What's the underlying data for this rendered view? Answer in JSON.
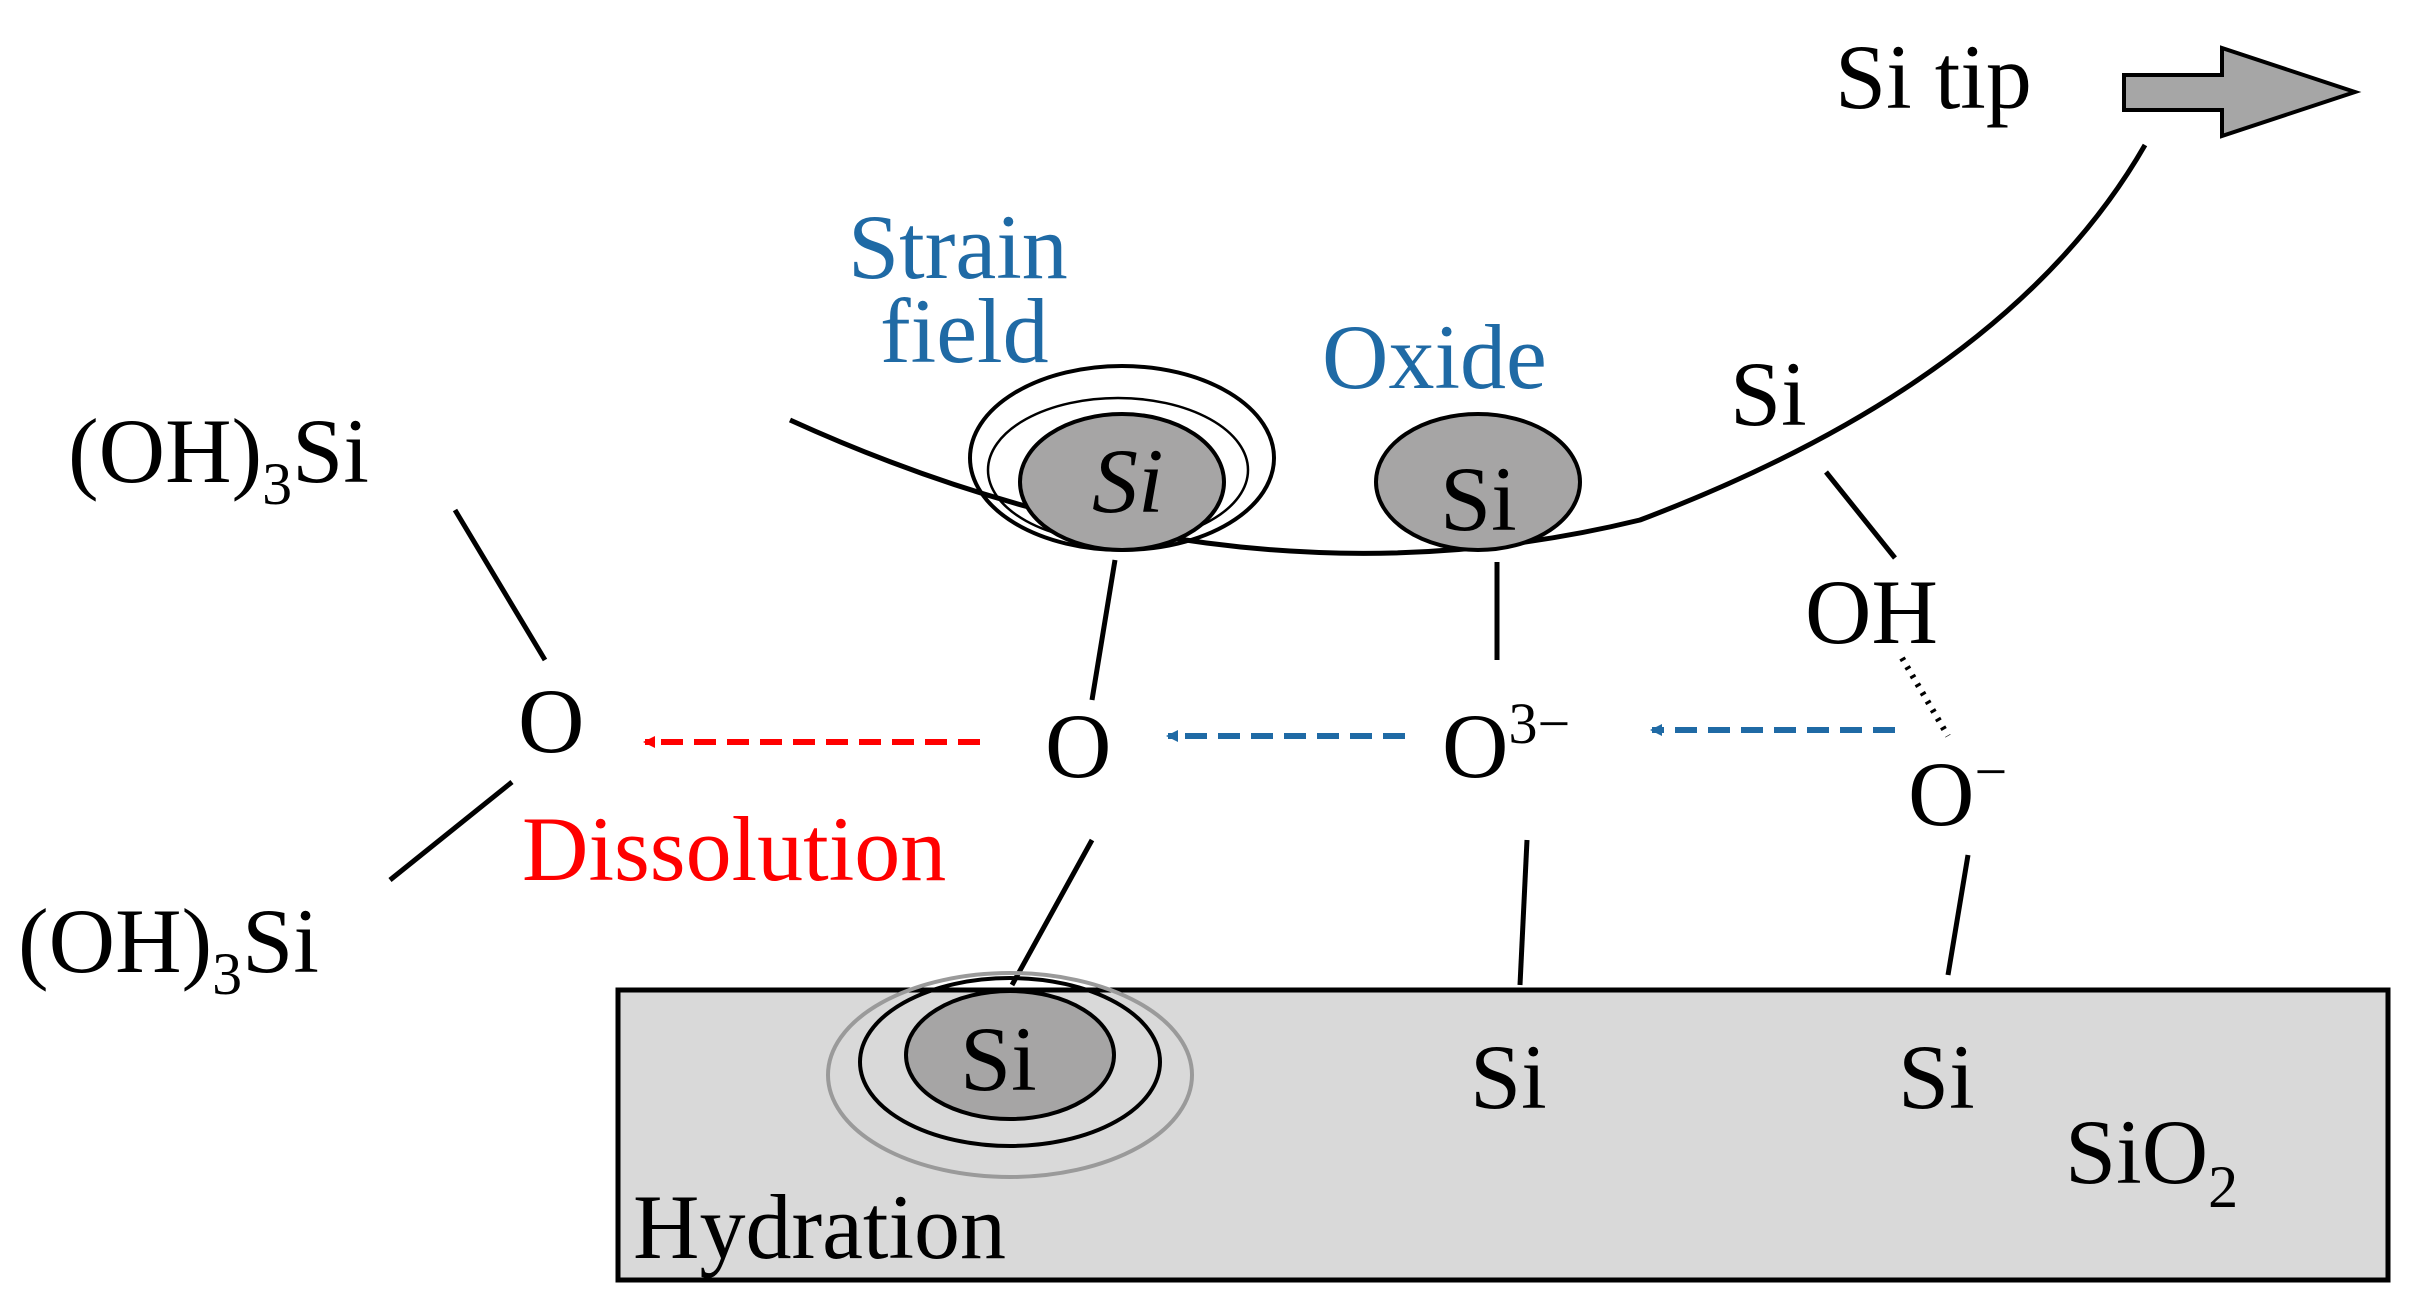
{
  "colors": {
    "accent_blue": "#1f6aa5",
    "dissolution_red": "#ff0000",
    "substrate_gray": "#d9d9d9",
    "atom_gray": "#a6a5a5",
    "arrow_gray": "#a6a6a6"
  },
  "tip": {
    "label": "Si tip",
    "arrow_icon": "block-arrow-right"
  },
  "mechanisms": {
    "strain_line1": "Strain",
    "strain_line2": "field",
    "oxide": "Oxide",
    "dissolution": "Dissolution",
    "hydration": "Hydration"
  },
  "atoms": {
    "tip_si_strained": "Si",
    "tip_si_oxide": "Si",
    "tip_si_hydroxyl": "Si",
    "hydroxyl": "OH",
    "o_bridge": "O",
    "o_three_minus": "O",
    "o_three_minus_charge": "3−",
    "o_minus": "O",
    "o_minus_charge": "−",
    "o_released": "O",
    "released_top_prefix": "(OH)",
    "released_top_sub": "3",
    "released_top_si": "Si",
    "released_bottom_prefix": "(OH)",
    "released_bottom_sub": "3",
    "released_bottom_si": "Si",
    "sub_si_hydrated": "Si",
    "sub_si_middle": "Si",
    "sub_si_right": "Si"
  },
  "substrate": {
    "prefix": "SiO",
    "sub": "2"
  }
}
